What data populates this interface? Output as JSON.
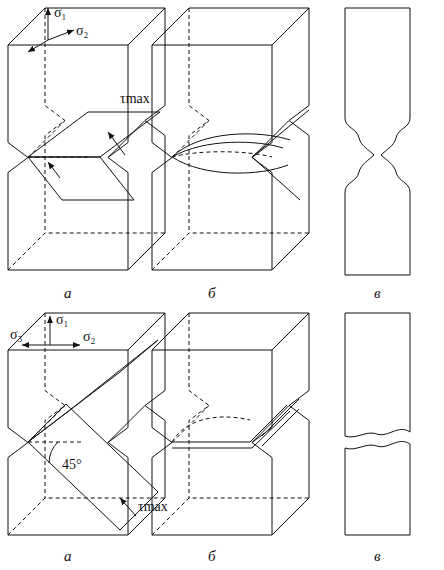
{
  "diagram": {
    "labels": [
      "σ₁",
      "σ₂",
      "τmax",
      "а",
      "б",
      "в",
      "σ₁",
      "σ₃",
      "σ₂",
      "45°",
      "τmax",
      "а",
      "б",
      "в"
    ]
  }
}
